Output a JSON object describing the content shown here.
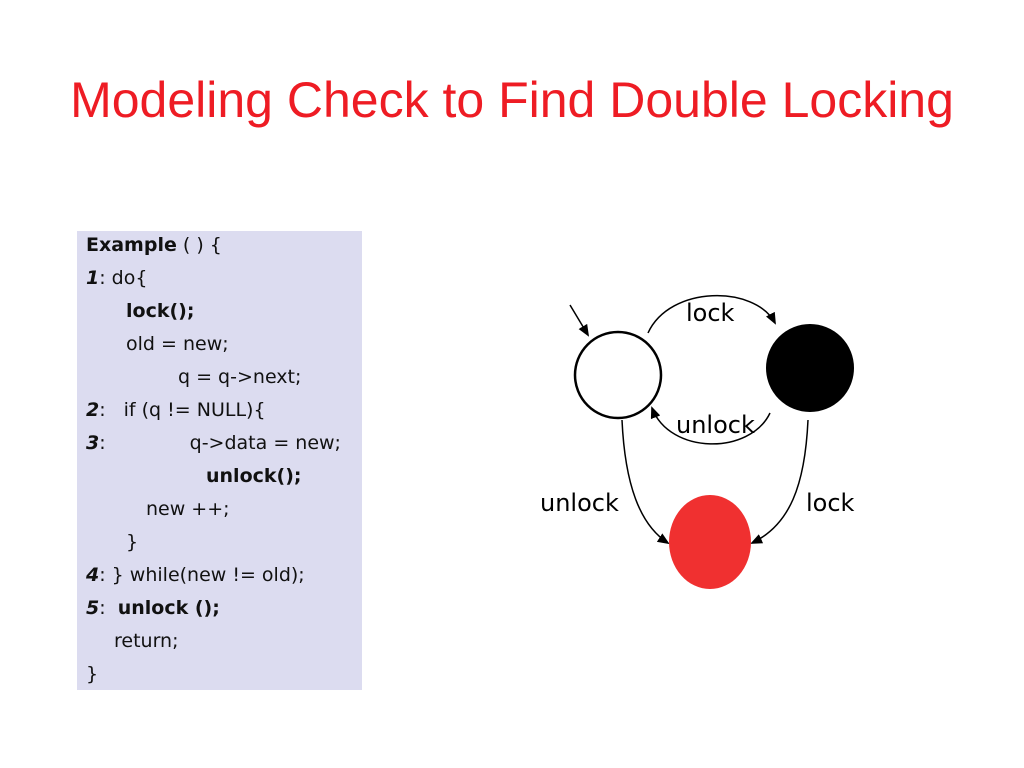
{
  "slide": {
    "title": "Modeling Check to Find Double Locking"
  },
  "code": {
    "header_bold": "Example",
    "header_rest": " ( ) {",
    "line1_num": "1",
    "line1_text": ": do{",
    "lock_call": "lock();",
    "old_assign": "old = new;",
    "q_assign": "q = q->next;",
    "line2_num": "2",
    "line2_text": "if (q != NULL){",
    "line3_num": "3",
    "line3_text": "q->data = new;",
    "unlock_call": "unlock();",
    "increment": "new ++;",
    "close_if": "}",
    "line4_num": "4",
    "line4_text": ": } while(new != old);",
    "line5_num": "5",
    "line5_text_bold": "unlock ();",
    "return_stmt": "return;",
    "close_fn": "}"
  },
  "diagram": {
    "edge_top_label": "lock",
    "edge_middle_label": "unlock",
    "edge_left_label": "unlock",
    "edge_right_label": "lock",
    "colors": {
      "unlocked_state_fill": "#ffffff",
      "locked_state_fill": "#000000",
      "error_state_fill": "#f03030"
    }
  }
}
